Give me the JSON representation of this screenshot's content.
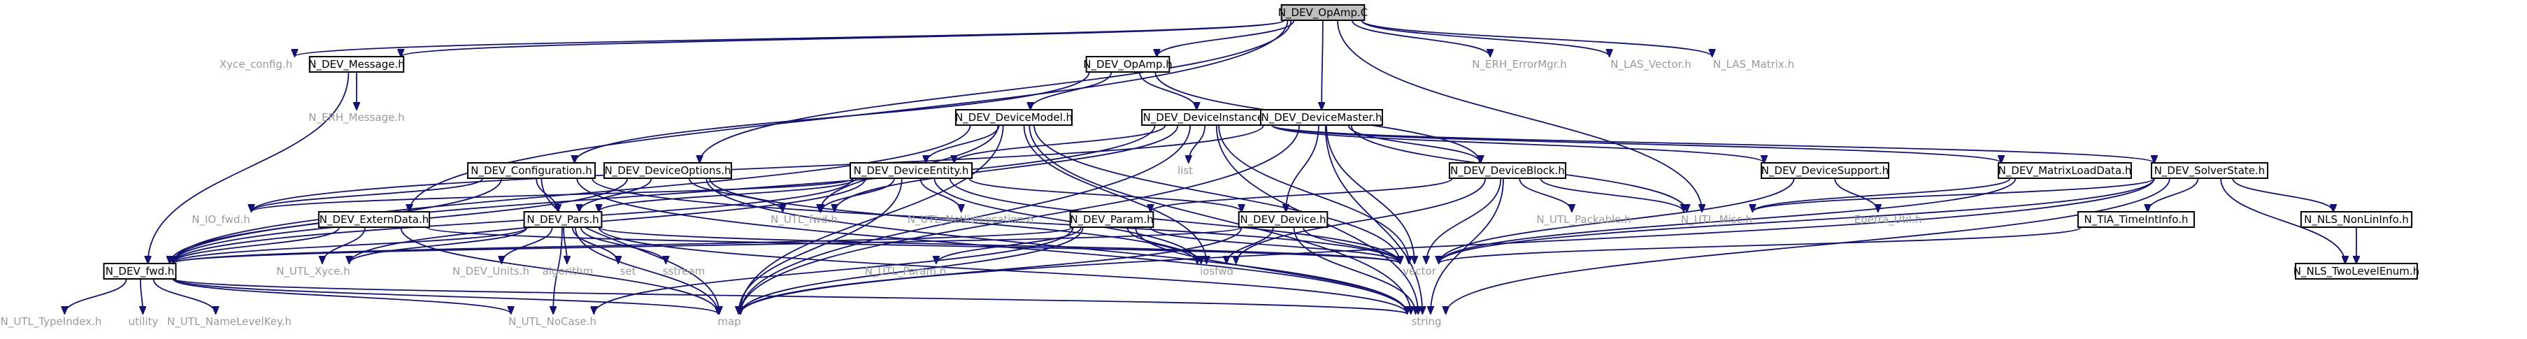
{
  "diagram": {
    "type": "include-dependency-graph",
    "root": "N_DEV_OpAmp.C",
    "colors": {
      "edge": "#13136e",
      "root_fill": "#bfbfbf",
      "box_stroke": "#000000",
      "external_text": "#9a9a9a"
    },
    "nodes": [
      {
        "id": "root",
        "label": "N_DEV_OpAmp.C",
        "boxed": true,
        "root": true
      },
      {
        "id": "xyce_config",
        "label": "Xyce_config.h",
        "boxed": false
      },
      {
        "id": "message",
        "label": "N_DEV_Message.h",
        "boxed": true
      },
      {
        "id": "opamp_h",
        "label": "N_DEV_OpAmp.h",
        "boxed": true
      },
      {
        "id": "erh_errormgr",
        "label": "N_ERH_ErrorMgr.h",
        "boxed": false
      },
      {
        "id": "las_vector",
        "label": "N_LAS_Vector.h",
        "boxed": false
      },
      {
        "id": "las_matrix",
        "label": "N_LAS_Matrix.h",
        "boxed": false
      },
      {
        "id": "erh_message",
        "label": "N_ERH_Message.h",
        "boxed": false
      },
      {
        "id": "devicemodel",
        "label": "N_DEV_DeviceModel.h",
        "boxed": true
      },
      {
        "id": "deviceinstance",
        "label": "N_DEV_DeviceInstance.h",
        "boxed": true
      },
      {
        "id": "devicemaster",
        "label": "N_DEV_DeviceMaster.h",
        "boxed": true
      },
      {
        "id": "configuration",
        "label": "N_DEV_Configuration.h",
        "boxed": true
      },
      {
        "id": "deviceoptions",
        "label": "N_DEV_DeviceOptions.h",
        "boxed": true
      },
      {
        "id": "deviceentity",
        "label": "N_DEV_DeviceEntity.h",
        "boxed": true
      },
      {
        "id": "list",
        "label": "list",
        "boxed": false
      },
      {
        "id": "deviceblock",
        "label": "N_DEV_DeviceBlock.h",
        "boxed": true
      },
      {
        "id": "devicesupport",
        "label": "N_DEV_DeviceSupport.h",
        "boxed": true
      },
      {
        "id": "matrixloaddata",
        "label": "N_DEV_MatrixLoadData.h",
        "boxed": true
      },
      {
        "id": "solverstate",
        "label": "N_DEV_SolverState.h",
        "boxed": true
      },
      {
        "id": "io_fwd",
        "label": "N_IO_fwd.h",
        "boxed": false
      },
      {
        "id": "utl_fwd",
        "label": "N_UTL_fwd.h",
        "boxed": false
      },
      {
        "id": "netlistlocation",
        "label": "N_UTL_NetlistLocation.h",
        "boxed": false
      },
      {
        "id": "externdata",
        "label": "N_DEV_ExternData.h",
        "boxed": true
      },
      {
        "id": "pars",
        "label": "N_DEV_Pars.h",
        "boxed": true
      },
      {
        "id": "param",
        "label": "N_DEV_Param.h",
        "boxed": true
      },
      {
        "id": "device",
        "label": "N_DEV_Device.h",
        "boxed": true
      },
      {
        "id": "packable",
        "label": "N_UTL_Packable.h",
        "boxed": false
      },
      {
        "id": "utl_misc",
        "label": "N_UTL_Misc.h",
        "boxed": false
      },
      {
        "id": "epetra_util",
        "label": "Epetra_Util.h",
        "boxed": false
      },
      {
        "id": "tia_timeintinfo",
        "label": "N_TIA_TimeIntInfo.h",
        "boxed": true
      },
      {
        "id": "nls_nonlininfo",
        "label": "N_NLS_NonLinInfo.h",
        "boxed": true
      },
      {
        "id": "utl_xyce",
        "label": "N_UTL_Xyce.h",
        "boxed": false
      },
      {
        "id": "dev_units",
        "label": "N_DEV_Units.h",
        "boxed": false
      },
      {
        "id": "algorithm",
        "label": "algorithm",
        "boxed": false
      },
      {
        "id": "set",
        "label": "set",
        "boxed": false
      },
      {
        "id": "sstream",
        "label": "sstream",
        "boxed": false
      },
      {
        "id": "utl_param",
        "label": "N_UTL_Param.h",
        "boxed": false
      },
      {
        "id": "iosfwd",
        "label": "iosfwd",
        "boxed": false
      },
      {
        "id": "vector",
        "label": "vector",
        "boxed": false
      },
      {
        "id": "nls_twolevelenum",
        "label": "N_NLS_TwoLevelEnum.h",
        "boxed": true
      },
      {
        "id": "dev_fwd",
        "label": "N_DEV_fwd.h",
        "boxed": true
      },
      {
        "id": "utl_typeindex",
        "label": "N_UTL_TypeIndex.h",
        "boxed": false
      },
      {
        "id": "utility",
        "label": "utility",
        "boxed": false
      },
      {
        "id": "utl_namelevelkey",
        "label": "N_UTL_NameLevelKey.h",
        "boxed": false
      },
      {
        "id": "utl_nocase",
        "label": "N_UTL_NoCase.h",
        "boxed": false
      },
      {
        "id": "map",
        "label": "map",
        "boxed": false
      },
      {
        "id": "string",
        "label": "string",
        "boxed": false
      }
    ],
    "edges": [
      [
        "root",
        "xyce_config"
      ],
      [
        "root",
        "message"
      ],
      [
        "root",
        "opamp_h"
      ],
      [
        "root",
        "erh_errormgr"
      ],
      [
        "root",
        "las_vector"
      ],
      [
        "root",
        "las_matrix"
      ],
      [
        "root",
        "devicemaster"
      ],
      [
        "root",
        "externdata"
      ],
      [
        "root",
        "utl_misc"
      ],
      [
        "root",
        "deviceoptions"
      ],
      [
        "message",
        "erh_message"
      ],
      [
        "message",
        "dev_fwd"
      ],
      [
        "opamp_h",
        "devicemodel"
      ],
      [
        "opamp_h",
        "deviceinstance"
      ],
      [
        "opamp_h",
        "configuration"
      ],
      [
        "opamp_h",
        "deviceblock"
      ],
      [
        "devicemodel",
        "deviceentity"
      ],
      [
        "devicemodel",
        "dev_fwd"
      ],
      [
        "devicemodel",
        "iosfwd"
      ],
      [
        "devicemodel",
        "vector"
      ],
      [
        "devicemodel",
        "string"
      ],
      [
        "devicemodel",
        "utl_fwd"
      ],
      [
        "devicemodel",
        "map"
      ],
      [
        "deviceinstance",
        "list"
      ],
      [
        "deviceinstance",
        "deviceentity"
      ],
      [
        "deviceinstance",
        "devicesupport"
      ],
      [
        "deviceinstance",
        "vector"
      ],
      [
        "deviceinstance",
        "string"
      ],
      [
        "deviceinstance",
        "map"
      ],
      [
        "deviceinstance",
        "dev_fwd"
      ],
      [
        "deviceinstance",
        "utl_fwd"
      ],
      [
        "deviceinstance",
        "matrixloaddata"
      ],
      [
        "deviceinstance",
        "solverstate"
      ],
      [
        "devicemaster",
        "deviceblock"
      ],
      [
        "devicemaster",
        "device"
      ],
      [
        "devicemaster",
        "vector"
      ],
      [
        "devicemaster",
        "string"
      ],
      [
        "devicemaster",
        "map"
      ],
      [
        "devicemaster",
        "io_fwd"
      ],
      [
        "devicemaster",
        "utl_misc"
      ],
      [
        "configuration",
        "pars"
      ],
      [
        "configuration",
        "dev_fwd"
      ],
      [
        "configuration",
        "io_fwd"
      ],
      [
        "configuration",
        "vector"
      ],
      [
        "configuration",
        "string"
      ],
      [
        "configuration",
        "map"
      ],
      [
        "deviceoptions",
        "pars"
      ],
      [
        "deviceoptions",
        "dev_fwd"
      ],
      [
        "deviceoptions",
        "utl_fwd"
      ],
      [
        "deviceoptions",
        "string"
      ],
      [
        "deviceoptions",
        "iosfwd"
      ],
      [
        "deviceentity",
        "netlistlocation"
      ],
      [
        "deviceentity",
        "utl_fwd"
      ],
      [
        "deviceentity",
        "io_fwd"
      ],
      [
        "deviceentity",
        "dev_fwd"
      ],
      [
        "deviceentity",
        "pars"
      ],
      [
        "deviceentity",
        "device"
      ],
      [
        "deviceentity",
        "iosfwd"
      ],
      [
        "deviceentity",
        "vector"
      ],
      [
        "deviceentity",
        "map"
      ],
      [
        "deviceentity",
        "utl_xyce"
      ],
      [
        "deviceblock",
        "packable"
      ],
      [
        "deviceblock",
        "utl_misc"
      ],
      [
        "deviceblock",
        "param"
      ],
      [
        "deviceblock",
        "iosfwd"
      ],
      [
        "deviceblock",
        "vector"
      ],
      [
        "deviceblock",
        "string"
      ],
      [
        "devicesupport",
        "epetra_util"
      ],
      [
        "devicesupport",
        "vector"
      ],
      [
        "matrixloaddata",
        "vector"
      ],
      [
        "matrixloaddata",
        "utl_misc"
      ],
      [
        "solverstate",
        "utl_misc"
      ],
      [
        "solverstate",
        "tia_timeintinfo"
      ],
      [
        "solverstate",
        "nls_nonlininfo"
      ],
      [
        "solverstate",
        "nls_twolevelenum"
      ],
      [
        "solverstate",
        "vector"
      ],
      [
        "solverstate",
        "map"
      ],
      [
        "solverstate",
        "string"
      ],
      [
        "externdata",
        "dev_fwd"
      ],
      [
        "externdata",
        "utl_xyce"
      ],
      [
        "externdata",
        "vector"
      ],
      [
        "externdata",
        "map"
      ],
      [
        "pars",
        "dev_units"
      ],
      [
        "pars",
        "algorithm"
      ],
      [
        "pars",
        "set"
      ],
      [
        "pars",
        "sstream"
      ],
      [
        "pars",
        "utl_xyce"
      ],
      [
        "pars",
        "dev_fwd"
      ],
      [
        "pars",
        "map"
      ],
      [
        "pars",
        "string"
      ],
      [
        "pars",
        "vector"
      ],
      [
        "pars",
        "utl_nocase"
      ],
      [
        "param",
        "utl_param"
      ],
      [
        "param",
        "dev_fwd"
      ],
      [
        "param",
        "iosfwd"
      ],
      [
        "param",
        "vector"
      ],
      [
        "param",
        "string"
      ],
      [
        "param",
        "map"
      ],
      [
        "param",
        "utl_nocase"
      ],
      [
        "device",
        "iosfwd"
      ],
      [
        "device",
        "vector"
      ],
      [
        "device",
        "string"
      ],
      [
        "device",
        "map"
      ],
      [
        "device",
        "dev_fwd"
      ],
      [
        "tia_timeintinfo",
        "vector"
      ],
      [
        "nls_nonlininfo",
        "nls_twolevelenum"
      ],
      [
        "dev_fwd",
        "utl_typeindex"
      ],
      [
        "dev_fwd",
        "utility"
      ],
      [
        "dev_fwd",
        "utl_namelevelkey"
      ],
      [
        "dev_fwd",
        "utl_nocase"
      ],
      [
        "dev_fwd",
        "map"
      ],
      [
        "dev_fwd",
        "string"
      ]
    ]
  }
}
